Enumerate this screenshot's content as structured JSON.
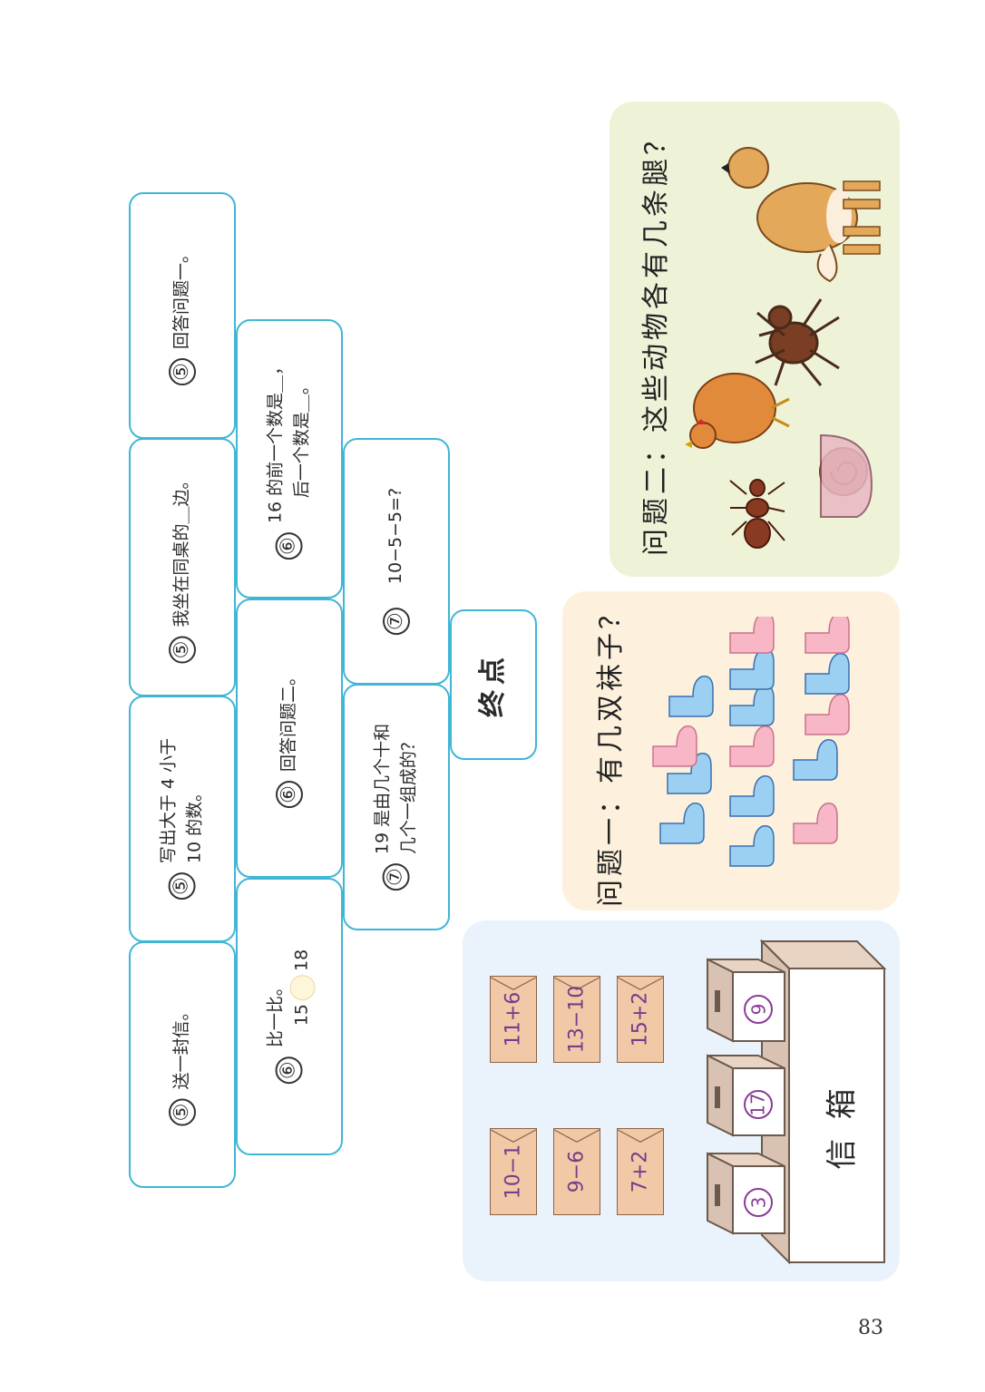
{
  "cards": [
    {
      "num": "⑤",
      "text": "送一封信。"
    },
    {
      "num": "⑤",
      "line1": "写出大于 4 小于",
      "line2": "10 的数。"
    },
    {
      "num": "⑤",
      "text": "我坐在同桌的＿边。"
    },
    {
      "num": "⑤",
      "text": "回答问题一。"
    },
    {
      "num": "⑥",
      "text": "比一比。",
      "left": "15",
      "right": "18"
    },
    {
      "num": "⑥",
      "text": "回答问题二。"
    },
    {
      "num": "⑥",
      "line1": "16 的前一个数是＿，",
      "line2": "后一个数是＿。"
    },
    {
      "num": "⑦",
      "line1": "19 是由几个十和",
      "line2": "几个一组成的？"
    },
    {
      "num": "⑦",
      "text": "10−5−5=?"
    }
  ],
  "end_label": "终点",
  "question_one": "问题一：有几双袜子？",
  "question_two": "问题二：这些动物各有几条腿？",
  "envelopes": [
    "10−1",
    "9−6",
    "7+2",
    "11+6",
    "13−10",
    "15+2"
  ],
  "mailbox_numbers": [
    "3",
    "17",
    "9"
  ],
  "mailbox_label": "信  箱",
  "page_number": "83",
  "colors": {
    "card_border": "#3fb6d6",
    "sock_pink": "#f7b7c6",
    "sock_blue": "#9cd0f2",
    "envelope": "#f1c9a6"
  }
}
